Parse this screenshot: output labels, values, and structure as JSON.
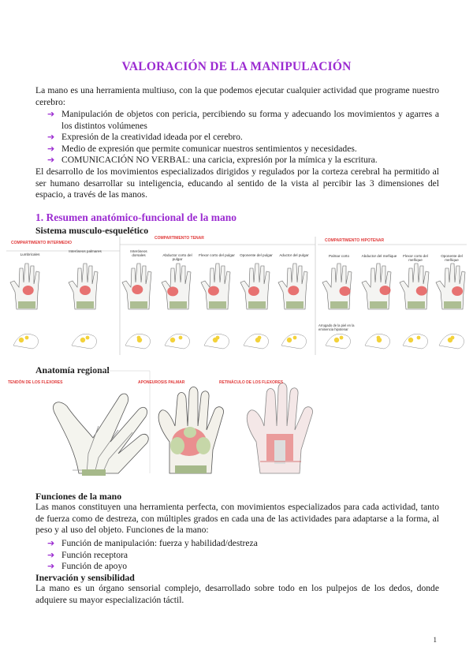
{
  "title": "VALORACIÓN  DE LA MANIPULACIÓN",
  "intro": "La mano es una herramienta multiuso, con la que podemos ejecutar cualquier actividad que programe nuestro cerebro:",
  "intro_bullets": [
    "Manipulación de objetos con pericia, percibiendo su forma y adecuando los movimientos y agarres a los distintos volúmenes",
    "Expresión de la creatividad ideada por el cerebro.",
    "Medio de expresión que permite comunicar nuestros sentimientos y necesidades.",
    "COMUNICACIÓN NO VERBAL: una caricia, expresión por la mímica y la escritura."
  ],
  "development": "El desarrollo de los movimientos especializados dirigidos y regulados por la corteza cerebral ha permitido al ser humano desarrollar su inteligencia, educando al sentido de la vista al percibir las 3 dimensiones del espacio, a través de las manos.",
  "section1_heading": "1. Resumen anatómico-funcional de la mano",
  "muscle_subheading": "Sistema musculo-esquelético",
  "figure_muscles": {
    "compartments": [
      {
        "caption": "COMPARTIMENTO  INTERMEDIO",
        "cells": [
          "Lumbricales",
          "Interóseos palmares"
        ]
      },
      {
        "caption": "COMPARTIMENTO  TENAR",
        "cells": [
          "Interóseos dorsales",
          "Abductor corto del pulgar",
          "Flexor corto del pulgar",
          "Oponente del pulgar",
          "Aductor del pulgar"
        ]
      },
      {
        "caption": "COMPARTIMENTO  HIPOTENAR",
        "cells": [
          "Palmar corto",
          "Abductor del meñique",
          "Flexor corto del meñique",
          "Oponente del meñique"
        ]
      }
    ],
    "note": "Arrugado de la piel en la eminencia hipotenar"
  },
  "regional_subheading": "Anatomía regional",
  "figure_regional": {
    "captions": [
      "TENDÓN DE LOS FLEXORES",
      "APONEUROSIS PALMAR",
      "RETINÁCULO DE LOS FLEXORES"
    ]
  },
  "functions_subheading": "Funciones de la mano",
  "functions_text": "Las manos constituyen una herramienta perfecta, con movimientos especializados para cada actividad, tanto de fuerza como de destreza, con múltiples grados en cada una de las actividades para adaptarse a la forma, al peso y al uso del objeto. Funciones de la mano:",
  "functions_bullets": [
    "Función de manipulación: fuerza y habilidad/destreza",
    "Función receptora",
    "Función de apoyo"
  ],
  "innervation_subheading": "Inervación y sensibilidad",
  "innervation_text": "La mano es un órgano sensorial complejo, desarrollado sobre todo en los pulpejos de los dedos, donde adquiere su mayor especialización táctil.",
  "page_number": "1",
  "colors": {
    "accent": "#9b2bd1",
    "muscle": "#e45a5a",
    "sensory": "#f3d23a",
    "bone": "#9bb07a"
  }
}
